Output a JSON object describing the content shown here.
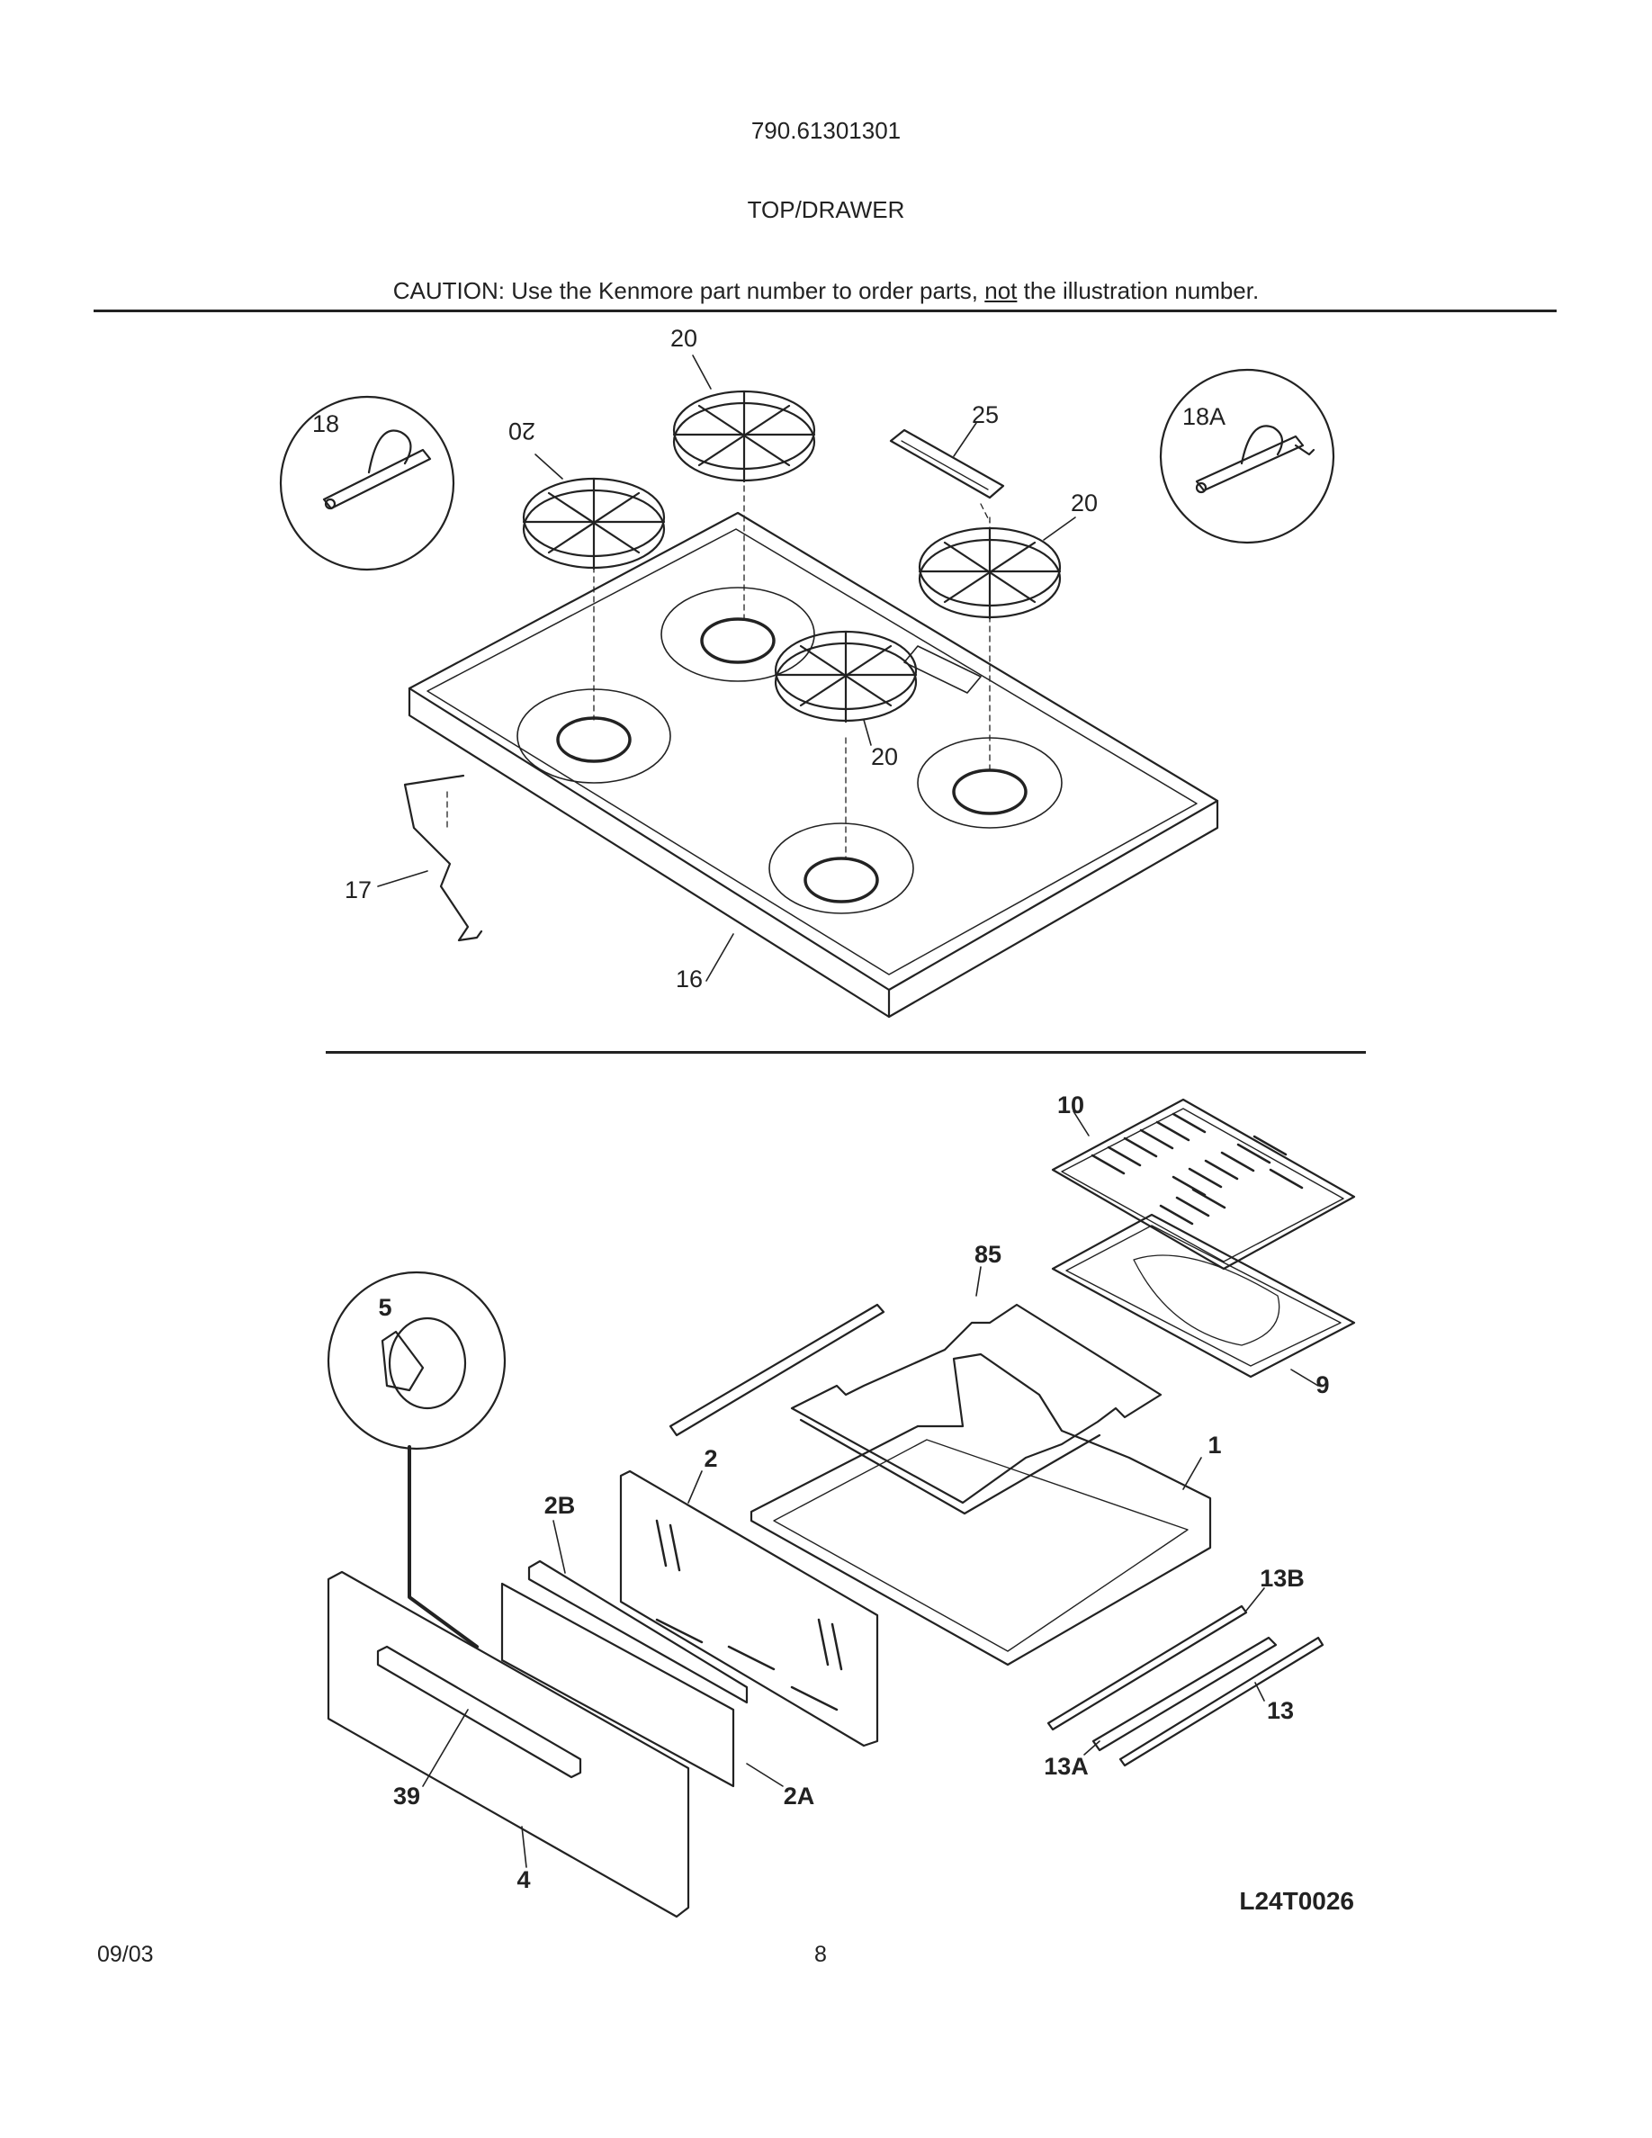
{
  "header": {
    "model_number": "790.61301301",
    "section_title": "TOP/DRAWER",
    "caution_prefix": "CAUTION: Use the Kenmore part number to order parts, ",
    "caution_emphasis": "not",
    "caution_suffix": " the illustration number."
  },
  "top_diagram": {
    "callouts": {
      "grate_top_center": "20",
      "grate_left_flipped": "20",
      "vent_trim": "25",
      "detail_bracket_left": "18",
      "detail_bracket_right": "18A",
      "grate_right": "20",
      "grate_center": "20",
      "support_rod": "17",
      "cooktop": "16"
    }
  },
  "bottom_diagram": {
    "callouts": {
      "broil_grid": "10",
      "wire_rack": "85",
      "detail_knob": "5",
      "broil_pan": "9",
      "drawer_body": "1",
      "drawer_back": "2",
      "drawer_panel": "2B",
      "slide_right_upper": "13B",
      "slide_right": "13",
      "slide_right_lower": "13A",
      "drawer_trim": "2A",
      "handle": "39",
      "drawer_front": "4"
    },
    "diagram_code": "L24T0026"
  },
  "footer": {
    "date": "09/03",
    "page_number": "8"
  },
  "colors": {
    "ink": "#222222",
    "paper": "#ffffff"
  }
}
